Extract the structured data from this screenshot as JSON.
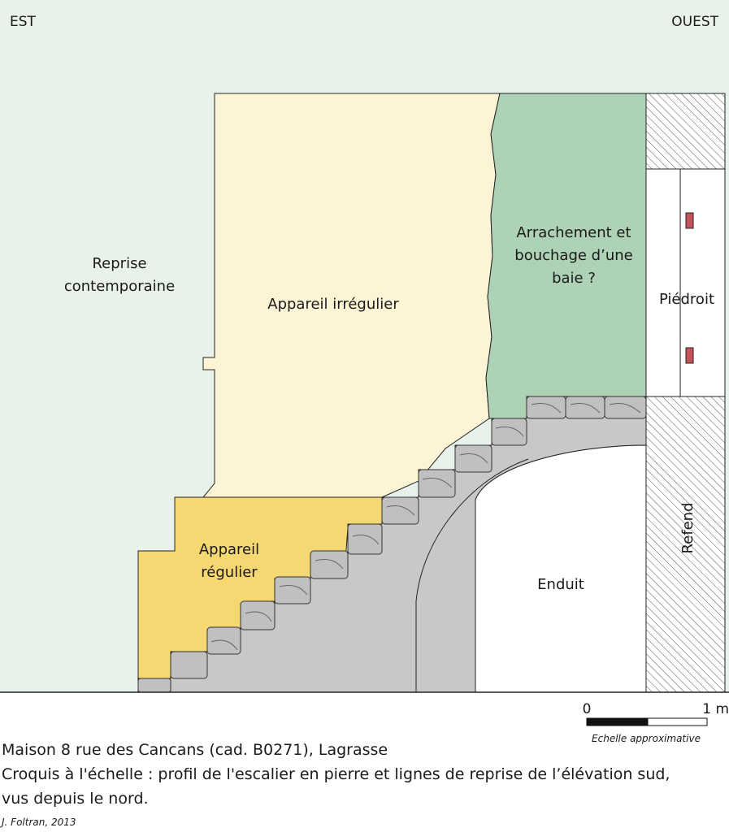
{
  "orientation": {
    "left": "EST",
    "right": "OUEST"
  },
  "zones": {
    "reprise": [
      "Reprise",
      "contemporaine"
    ],
    "irregulier": "Appareil irrégulier",
    "regulier": [
      "Appareil",
      "régulier"
    ],
    "arrachement": [
      "Arrachement et",
      "bouchage d’une",
      "baie ?"
    ],
    "piedroit": "Piédroit",
    "enduit": "Enduit",
    "refend": "Refend"
  },
  "scale": {
    "start": "0",
    "end": "1 m",
    "caption": "Echelle approximative"
  },
  "caption": {
    "line1": "Maison 8 rue des Cancans (cad. B0271), Lagrasse",
    "line2": "Croquis à l'échelle : profil de l'escalier en pierre et lignes de reprise de l’élévation sud,",
    "line3": "vus depuis le nord."
  },
  "credit": "J. Foltran, 2013",
  "colors": {
    "reprise": "#e8f2ea",
    "irregulier": "#fdf4d6",
    "regulier": "#f5d872",
    "arrachement": "#aed2b6",
    "stair": "#c8c8c8",
    "red_block": "#c8525a"
  }
}
